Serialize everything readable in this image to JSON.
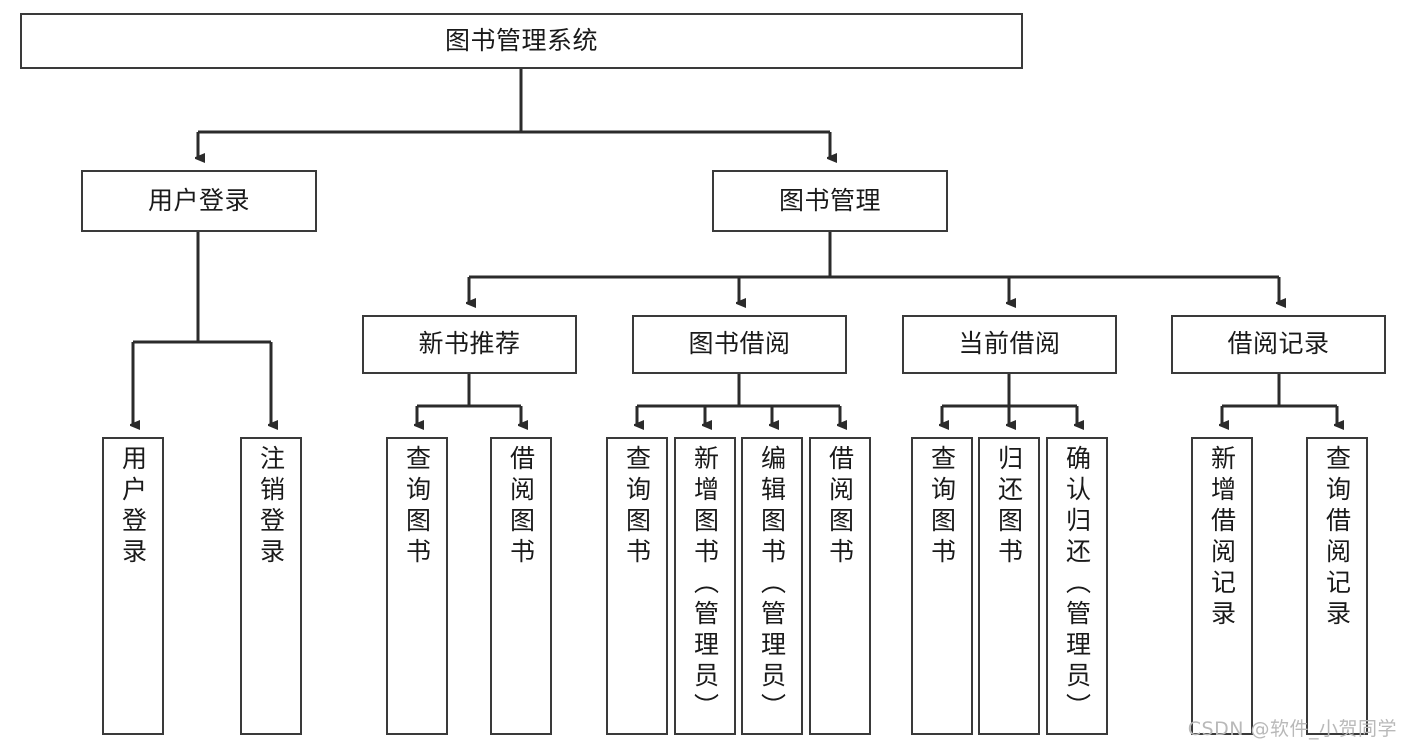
{
  "diagram": {
    "title": "图书管理系统",
    "watermark": "CSDN @软件_小贺同学",
    "colors": {
      "background": "#ffffff",
      "box_border": "#3a3a3a",
      "connector": "#2b2b2b",
      "text": "#1a1a1a",
      "watermark": "#b9b9b9"
    },
    "nodes": {
      "root": {
        "label": "图书管理系统"
      },
      "tier2": [
        {
          "id": "user-login",
          "label": "用户登录"
        },
        {
          "id": "book-management",
          "label": "图书管理"
        }
      ],
      "tier3": [
        {
          "id": "new-book-recommend",
          "label": "新书推荐"
        },
        {
          "id": "book-borrow",
          "label": "图书借阅"
        },
        {
          "id": "current-borrow",
          "label": "当前借阅"
        },
        {
          "id": "borrow-record",
          "label": "借阅记录"
        }
      ],
      "leaves": {
        "user_login": [
          {
            "id": "leaf-user-login",
            "label": "用户登录"
          },
          {
            "id": "leaf-logout",
            "label": "注销登录"
          }
        ],
        "new_book_recommend": [
          {
            "id": "leaf-query-book-1",
            "label": "查询图书"
          },
          {
            "id": "leaf-borrow-book-1",
            "label": "借阅图书"
          }
        ],
        "book_borrow": [
          {
            "id": "leaf-query-book-2",
            "label": "查询图书"
          },
          {
            "id": "leaf-add-book",
            "label": "新增图书（管理员）"
          },
          {
            "id": "leaf-edit-book",
            "label": "编辑图书（管理员）"
          },
          {
            "id": "leaf-borrow-book-2",
            "label": "借阅图书"
          }
        ],
        "current_borrow": [
          {
            "id": "leaf-query-book-3",
            "label": "查询图书"
          },
          {
            "id": "leaf-return-book",
            "label": "归还图书"
          },
          {
            "id": "leaf-confirm-return",
            "label": "确认归还（管理员）"
          }
        ],
        "borrow_record": [
          {
            "id": "leaf-add-record",
            "label": "新增借阅记录"
          },
          {
            "id": "leaf-query-record",
            "label": "查询借阅记录"
          }
        ]
      }
    }
  }
}
